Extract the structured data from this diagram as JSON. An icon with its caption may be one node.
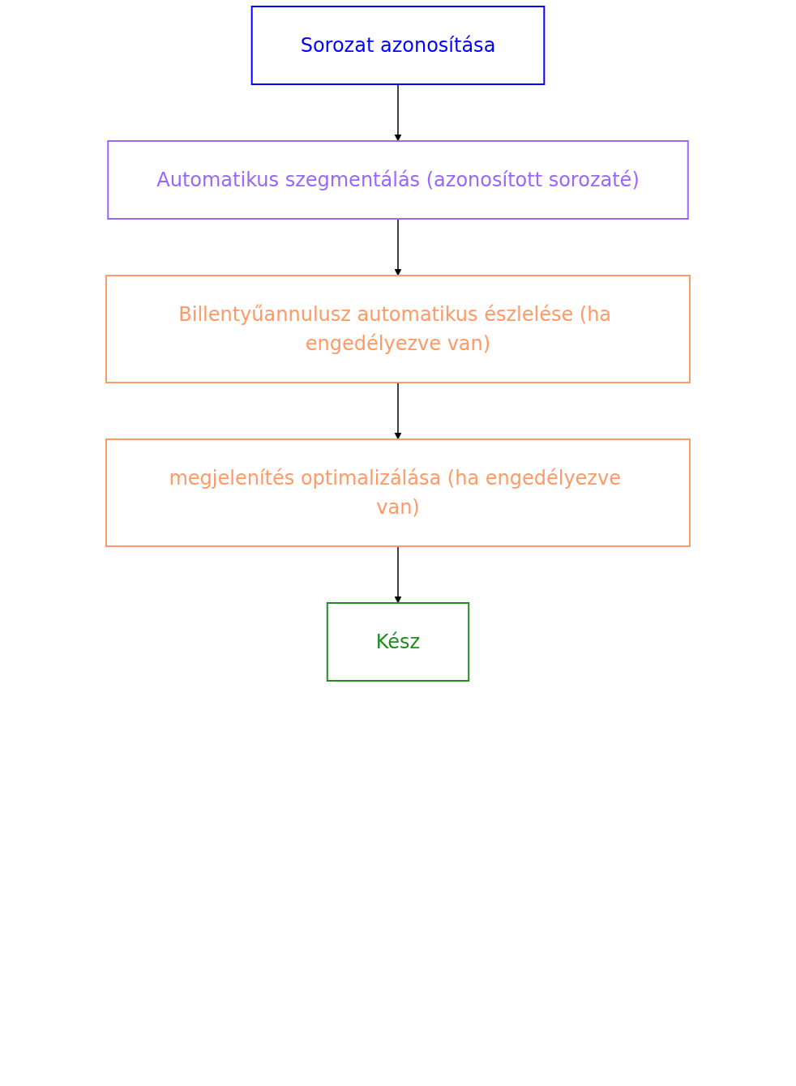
{
  "diagram": {
    "nodes": [
      {
        "text": [
          "Sorozat azonosítása"
        ]
      },
      {
        "text": [
          "Automatikus szegmentálás (azonosított sorozaté)"
        ]
      },
      {
        "text": [
          "Billentyűannulusz automatikus észlelése (ha engedélyezve van)"
        ]
      },
      {
        "text": [
          "megjelenítés optimalizálása (ha engedélyezve van)"
        ]
      },
      {
        "text": [
          "Kész"
        ]
      }
    ],
    "edges": [
      {
        "from": 0,
        "to": 1,
        "arrow": "to"
      },
      {
        "from": 1,
        "to": 2,
        "arrow": "to"
      },
      {
        "from": 2,
        "to": 3,
        "arrow": "to"
      },
      {
        "from": 3,
        "to": 4,
        "arrow": "to"
      }
    ]
  }
}
